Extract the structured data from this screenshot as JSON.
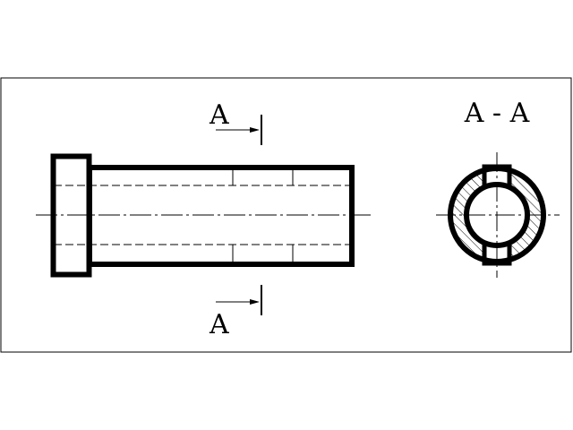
{
  "drawing": {
    "section_marker_top": "A",
    "section_marker_bottom": "A",
    "section_title": "A - A"
  },
  "colors": {
    "line": "#000000",
    "background": "#ffffff"
  }
}
